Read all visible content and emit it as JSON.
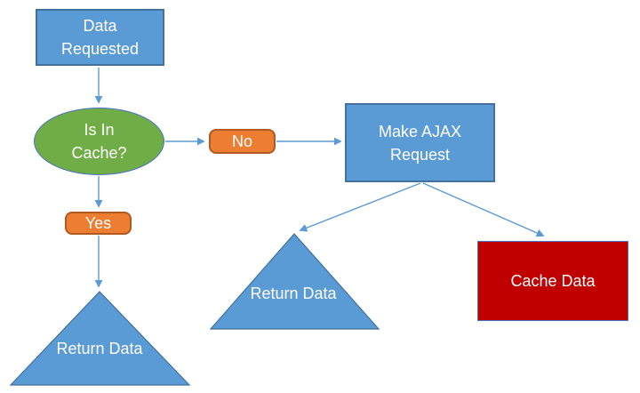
{
  "diagram": {
    "type": "flowchart",
    "nodes": {
      "data_requested": {
        "label": "Data Requested",
        "shape": "rectangle",
        "fill": "#5B9BD5"
      },
      "is_in_cache": {
        "label": "Is In Cache?",
        "shape": "ellipse",
        "fill": "#70AD47"
      },
      "no": {
        "label": "No",
        "shape": "rounded-rectangle",
        "fill": "#ED7D31"
      },
      "make_ajax_request": {
        "label": "Make AJAX Request",
        "shape": "rectangle",
        "fill": "#5B9BD5"
      },
      "yes": {
        "label": "Yes",
        "shape": "rounded-rectangle",
        "fill": "#ED7D31"
      },
      "return_data_left": {
        "label": "Return Data",
        "shape": "triangle",
        "fill": "#5B9BD5"
      },
      "return_data_middle": {
        "label": "Return Data",
        "shape": "triangle",
        "fill": "#5B9BD5"
      },
      "cache_data": {
        "label": "Cache Data",
        "shape": "rectangle",
        "fill": "#C00000"
      }
    },
    "edges": [
      {
        "from": "data_requested",
        "to": "is_in_cache"
      },
      {
        "from": "is_in_cache",
        "to": "no"
      },
      {
        "from": "no",
        "to": "make_ajax_request"
      },
      {
        "from": "is_in_cache",
        "to": "yes"
      },
      {
        "from": "yes",
        "to": "return_data_left"
      },
      {
        "from": "make_ajax_request",
        "to": "return_data_middle"
      },
      {
        "from": "make_ajax_request",
        "to": "cache_data"
      }
    ],
    "colors": {
      "process_fill": "#5B9BD5",
      "process_border": "#41719C",
      "decision_fill": "#70AD47",
      "decision_border": "#4472C4",
      "label_fill": "#ED7D31",
      "label_border": "#AE5A21",
      "cache_fill": "#C00000",
      "cache_border": "#4472C4",
      "connector": "#5B9BD5",
      "text": "#FFFFFF",
      "background": "#FFFFFF"
    }
  }
}
